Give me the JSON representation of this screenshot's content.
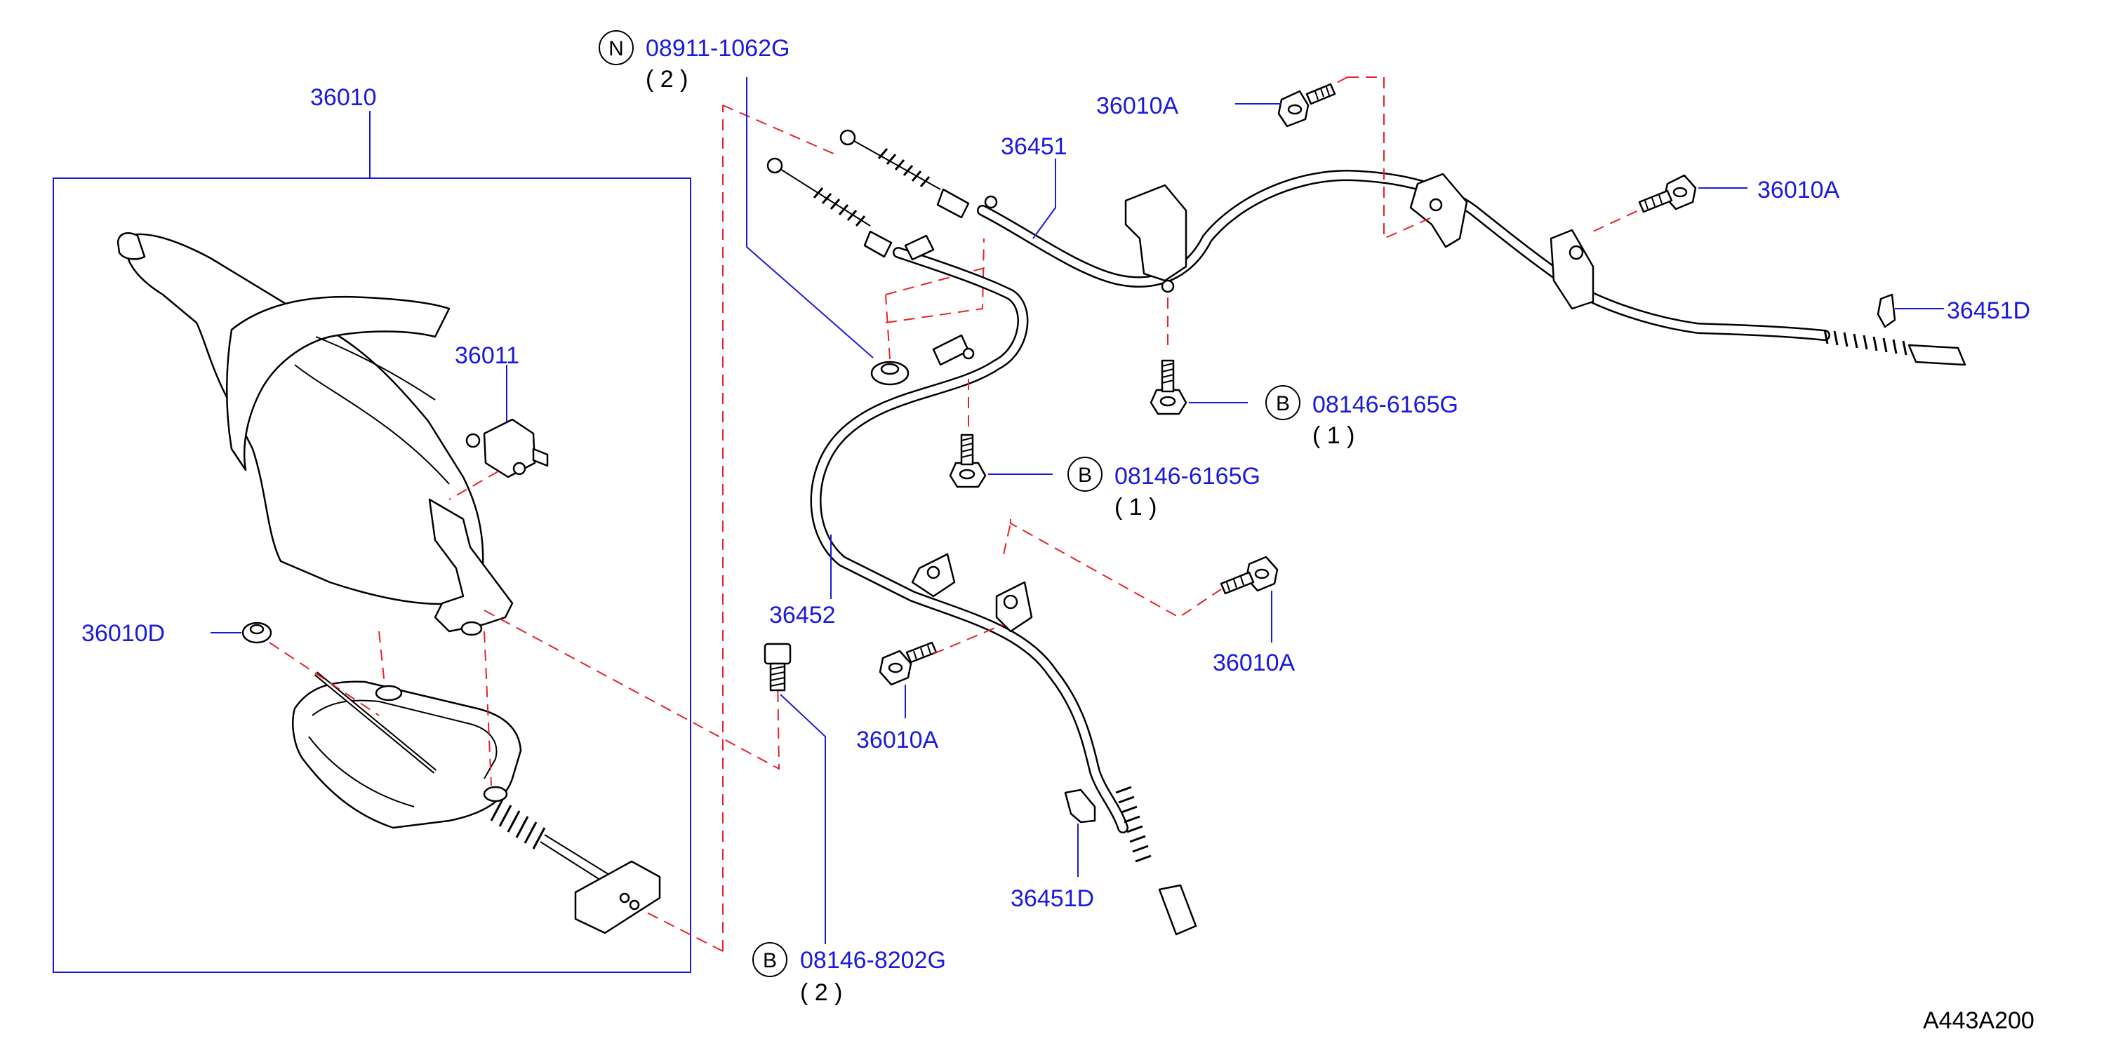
{
  "diagram": {
    "ref_code": "A443A200",
    "assembly_label": "36010",
    "labels": [
      {
        "id": "lever-cover",
        "text": "36011"
      },
      {
        "id": "nut-left",
        "text": "36010D"
      },
      {
        "id": "cable-front",
        "text": "36452"
      },
      {
        "id": "cable-rear",
        "text": "36451"
      },
      {
        "id": "bolt-top",
        "text": "36010A"
      },
      {
        "id": "bolt-right",
        "text": "36010A"
      },
      {
        "id": "bolt-mid",
        "text": "36010A"
      },
      {
        "id": "bolt-lower",
        "text": "36010A"
      },
      {
        "id": "clip-right",
        "text": "36451D"
      },
      {
        "id": "clip-lower",
        "text": "36451D"
      }
    ],
    "fasteners": [
      {
        "id": "n-nut",
        "badge": "N",
        "part": "08911-1062G",
        "qty": "( 2 )"
      },
      {
        "id": "b-bolt-1",
        "badge": "B",
        "part": "08146-6165G",
        "qty": "( 1 )"
      },
      {
        "id": "b-bolt-2",
        "badge": "B",
        "part": "08146-6165G",
        "qty": "( 1 )"
      },
      {
        "id": "b-bolt-3",
        "badge": "B",
        "part": "08146-8202G",
        "qty": "( 2 )"
      }
    ],
    "colors": {
      "label": "#1a1adc",
      "dash": "#e8212a",
      "line": "#000000"
    }
  }
}
